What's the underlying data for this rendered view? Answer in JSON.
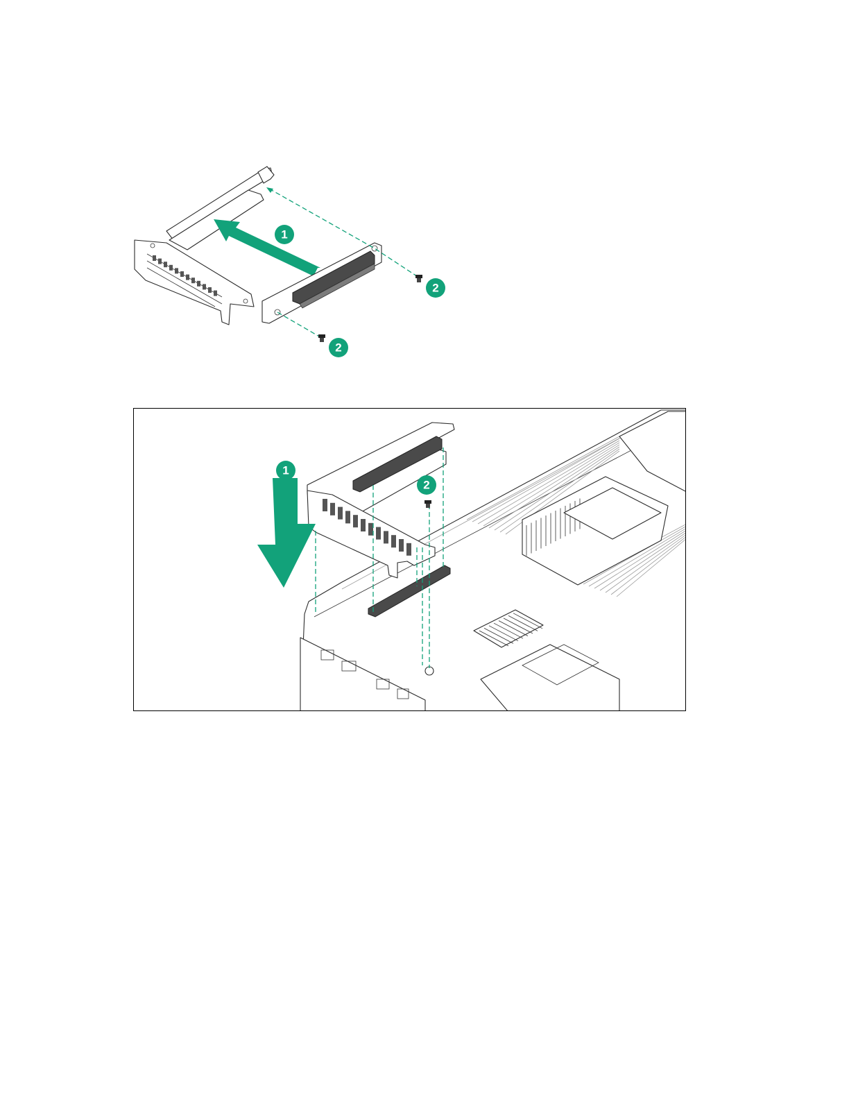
{
  "colors": {
    "accent": "#12a27a",
    "frame": "#000000",
    "background": "#ffffff"
  },
  "figures": [
    {
      "callouts": [
        {
          "label": "1"
        },
        {
          "label": "2"
        },
        {
          "label": "2"
        }
      ]
    },
    {
      "callouts": [
        {
          "label": "1"
        },
        {
          "label": "2"
        }
      ]
    }
  ]
}
